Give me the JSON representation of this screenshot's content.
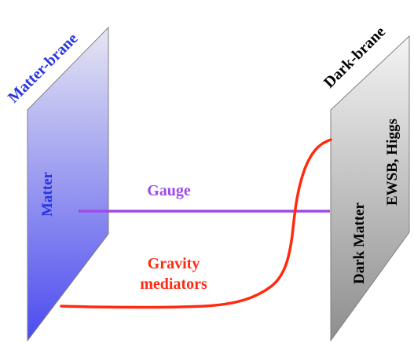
{
  "labels": {
    "matter_brane": "Matter-brane",
    "dark_brane": "Dark-brane",
    "matter": "Matter",
    "dark_matter": "Dark Matter",
    "ewsb_higgs": "EWSB, Higgs",
    "gauge": "Gauge",
    "gravity_line1": "Gravity",
    "gravity_line2": "mediators"
  },
  "colors": {
    "matter_text": "#2b35e0",
    "gauge": "#9d4be8",
    "gravity": "#ff2a10",
    "dark_text": "#000000",
    "matter_brane_top": "#e6e6f2",
    "matter_brane_bottom": "#4b4bf0",
    "dark_brane_top": "#f4f4f4",
    "dark_brane_bottom": "#8e8e8e"
  }
}
